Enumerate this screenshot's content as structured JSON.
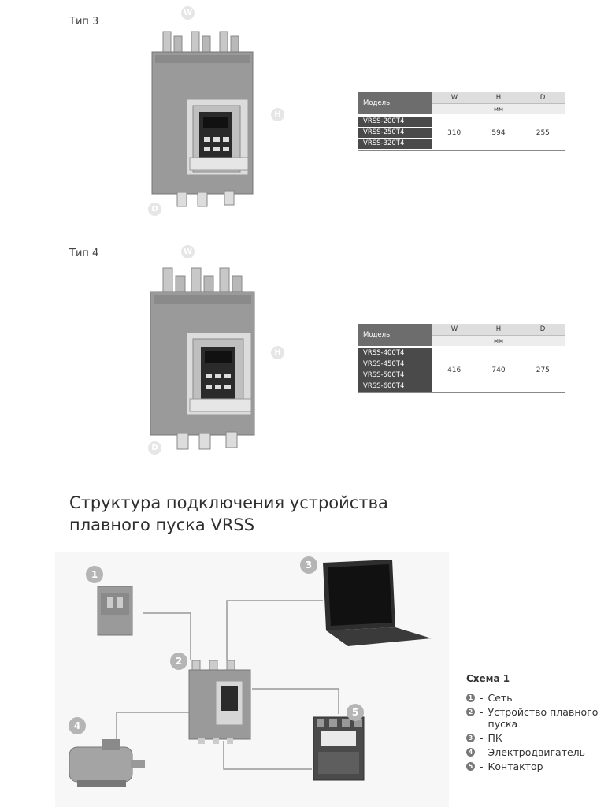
{
  "type3": {
    "label": "Тип 3",
    "badges": {
      "w": "W",
      "h": "H",
      "d": "D"
    },
    "table": {
      "model_header": "Модель",
      "dim_headers": [
        "W",
        "H",
        "D"
      ],
      "unit": "мм",
      "models": [
        "VRSS-200T4",
        "VRSS-250T4",
        "VRSS-320T4"
      ],
      "values": [
        "310",
        "594",
        "255"
      ]
    }
  },
  "type4": {
    "label": "Тип 4",
    "badges": {
      "w": "W",
      "h": "H",
      "d": "D"
    },
    "table": {
      "model_header": "Модель",
      "dim_headers": [
        "W",
        "H",
        "D"
      ],
      "unit": "мм",
      "models": [
        "VRSS-400T4",
        "VRSS-450T4",
        "VRSS-500T4",
        "VRSS-600T4"
      ],
      "values": [
        "416",
        "740",
        "275"
      ]
    }
  },
  "section_title": {
    "line1": "Структура подключения устройства",
    "line2": "плавного пуска VRSS"
  },
  "diagram_numbers": [
    "1",
    "2",
    "3",
    "4",
    "5"
  ],
  "legend": {
    "title": "Схема 1",
    "items": [
      {
        "num": "1",
        "label": "Сеть"
      },
      {
        "num": "2",
        "label": "Устройство плавного пуска"
      },
      {
        "num": "3",
        "label": "ПК"
      },
      {
        "num": "4",
        "label": "Электродвигатель"
      },
      {
        "num": "5",
        "label": "Контактор"
      }
    ]
  }
}
